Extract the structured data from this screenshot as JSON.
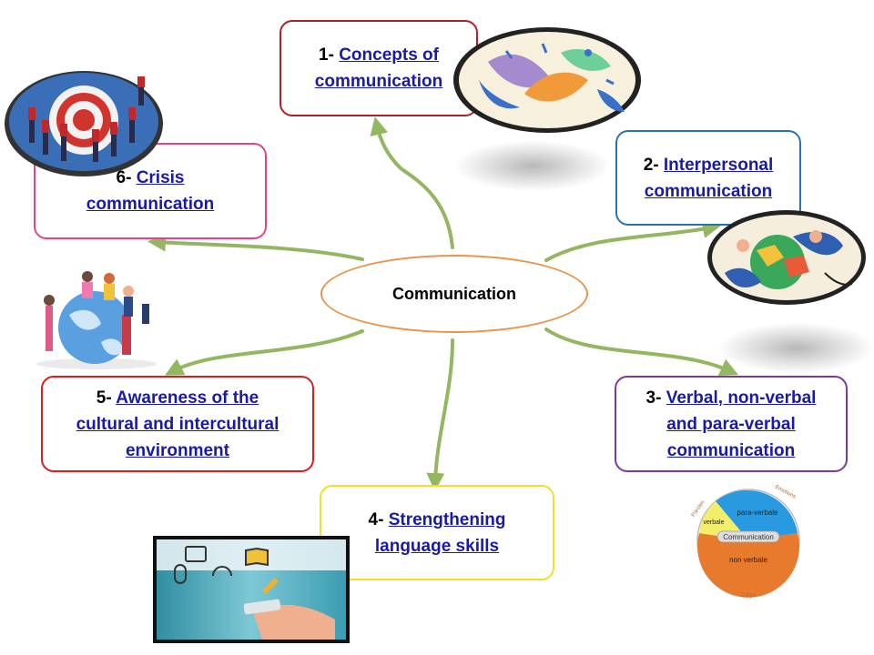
{
  "center": {
    "label": "Communication"
  },
  "colors": {
    "connector": "#93b760",
    "center_border": "#e8944a",
    "link": "#1a1aa8"
  },
  "nodes": [
    {
      "prefix": "1- ",
      "line1": "Concepts of",
      "line2": "communication",
      "border": "#b0202a"
    },
    {
      "prefix": "2- ",
      "line1": "Interpersonal",
      "line2": "communication",
      "border": "#2a72b8"
    },
    {
      "prefix": "3- ",
      "line1": "Verbal, non-verbal",
      "line2": "and para-verbal",
      "line3": "communication",
      "border": "#7a3c9a"
    },
    {
      "prefix": "4- ",
      "line1": "Strengthening",
      "line2": "language skills",
      "border": "#f0e028"
    },
    {
      "prefix": "5- ",
      "line1": "Awareness of the",
      "line2": "cultural and intercultural",
      "line3": "environment",
      "border": "#d42020"
    },
    {
      "prefix": "6- ",
      "line1": "Crisis",
      "line2": "communication",
      "border": "#e0448e"
    }
  ],
  "pie": {
    "labels": [
      "para-verbale",
      "verbale",
      "non verbale",
      "Communication",
      "Emotions",
      "Paroles",
      "Corps"
    ],
    "colors": {
      "para": "#2a9ae0",
      "verbal": "#f2ee6a",
      "nonverbal": "#e87a2e"
    }
  },
  "illustrations": [
    "target-team-illustration",
    "abstract-faces-illustration",
    "teamwork-puzzle-illustration",
    "globe-people-illustration",
    "mobile-learning-photo"
  ]
}
